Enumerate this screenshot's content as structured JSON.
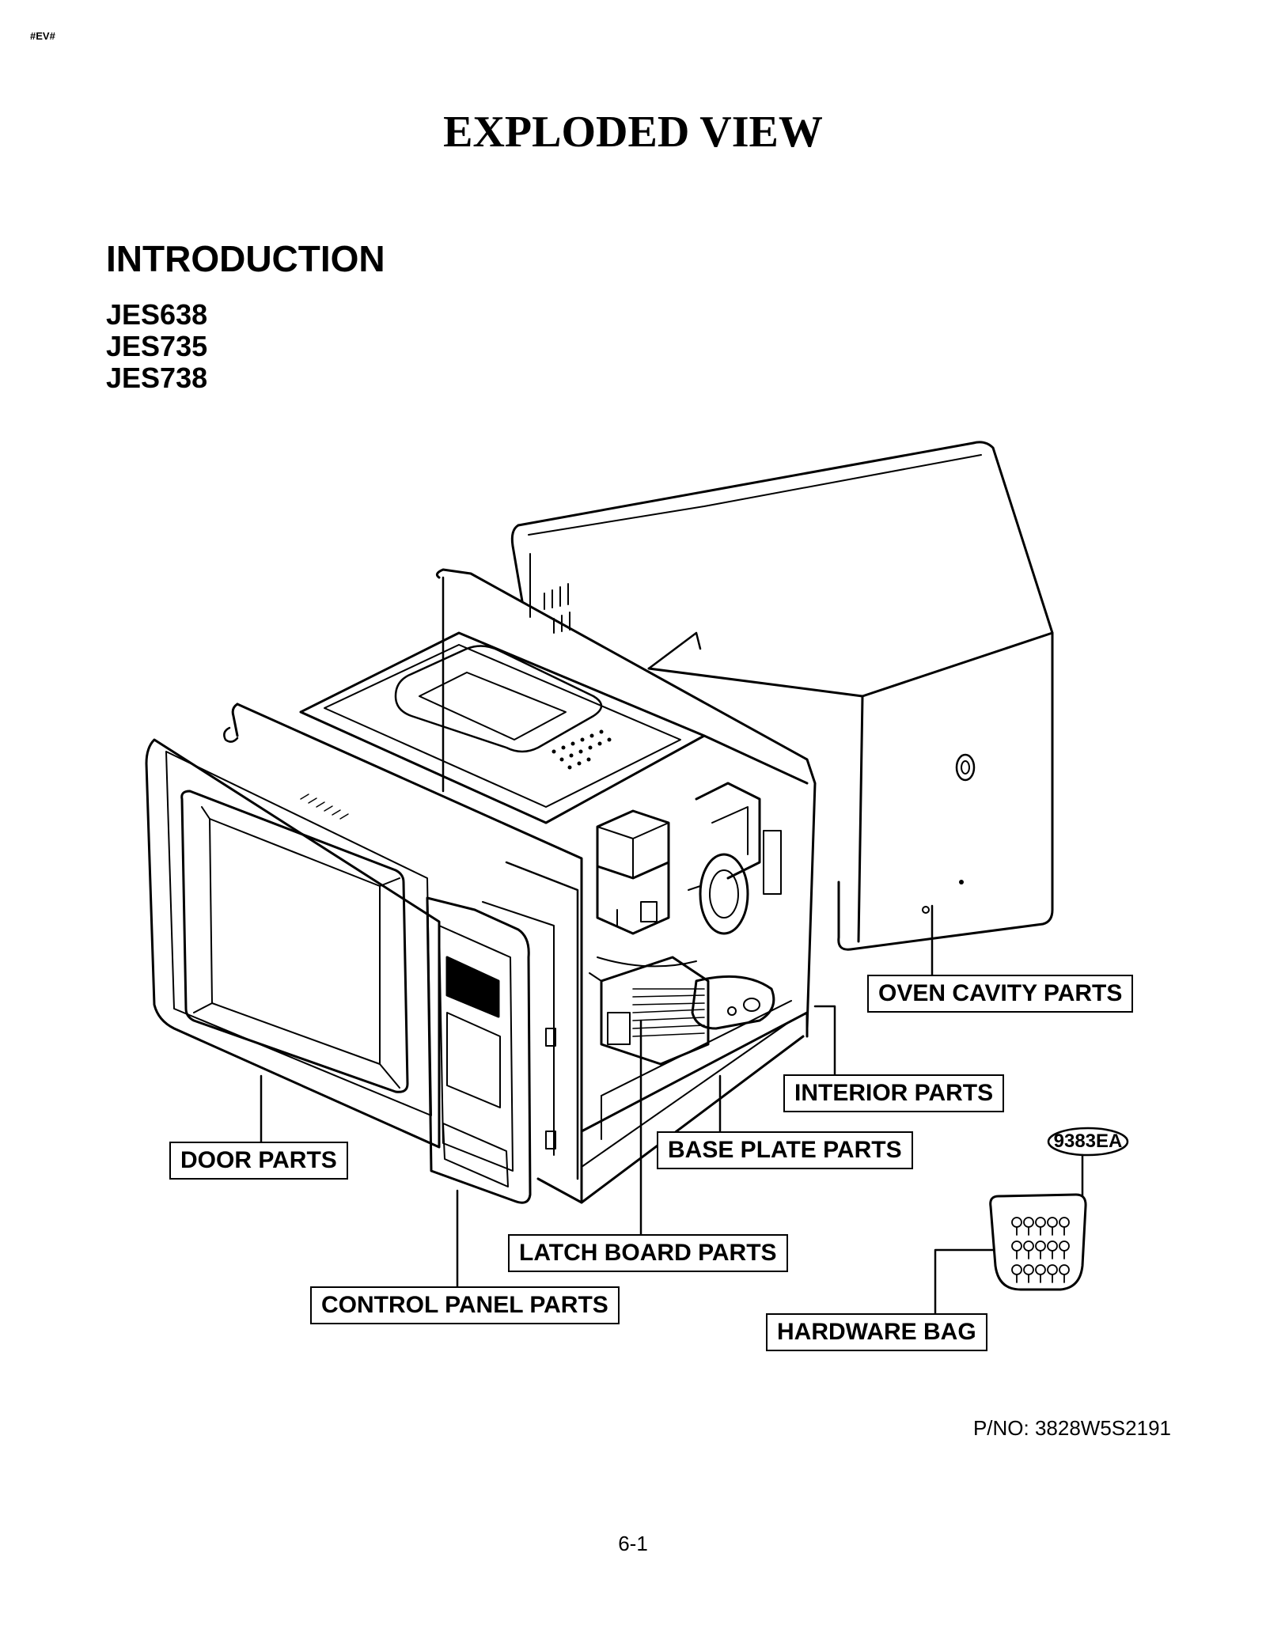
{
  "header": {
    "code": "#EV#"
  },
  "title": "EXPLODED VIEW",
  "section": {
    "title": "INTRODUCTION",
    "models": [
      "JES638",
      "JES735",
      "JES738"
    ]
  },
  "labels": {
    "oven_cavity": "OVEN CAVITY PARTS",
    "interior": "INTERIOR PARTS",
    "base_plate": "BASE PLATE PARTS",
    "door": "DOOR PARTS",
    "latch_board": "LATCH BOARD PARTS",
    "control_panel": "CONTROL PANEL PARTS",
    "hardware_bag": "HARDWARE BAG",
    "bag_code": "9383EA"
  },
  "footer": {
    "part_number": "P/NO: 3828W5S2191",
    "page": "6-1"
  }
}
